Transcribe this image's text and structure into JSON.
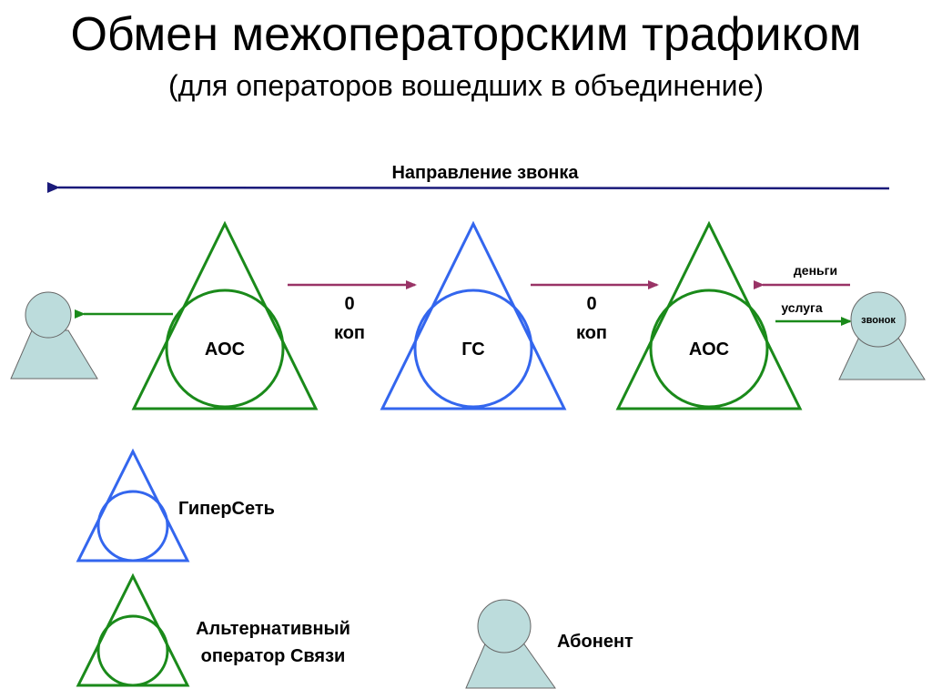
{
  "title": "Обмен межоператорским трафиком",
  "subtitle": "(для операторов вошедших в объединение)",
  "call_direction_label": "Направление звонка",
  "nodes": {
    "left_operator": "АОС",
    "hub": "ГС",
    "right_operator": "АОС"
  },
  "payments": {
    "left_amount": "0",
    "left_unit": "коп",
    "right_amount": "0",
    "right_unit": "коп"
  },
  "right_side": {
    "money_label": "деньги",
    "service_label": "услуга",
    "caller_label": "звонок"
  },
  "legend": {
    "hypernet": "ГиперСеть",
    "alt_operator_line1": "Альтернативный",
    "alt_operator_line2": "оператор Связи",
    "subscriber": "Абонент"
  },
  "colors": {
    "green": "#1a8a1a",
    "blue": "#3366ee",
    "navy": "#1a1a7a",
    "maroon": "#993366",
    "person_fill": "#bcdcdc"
  }
}
